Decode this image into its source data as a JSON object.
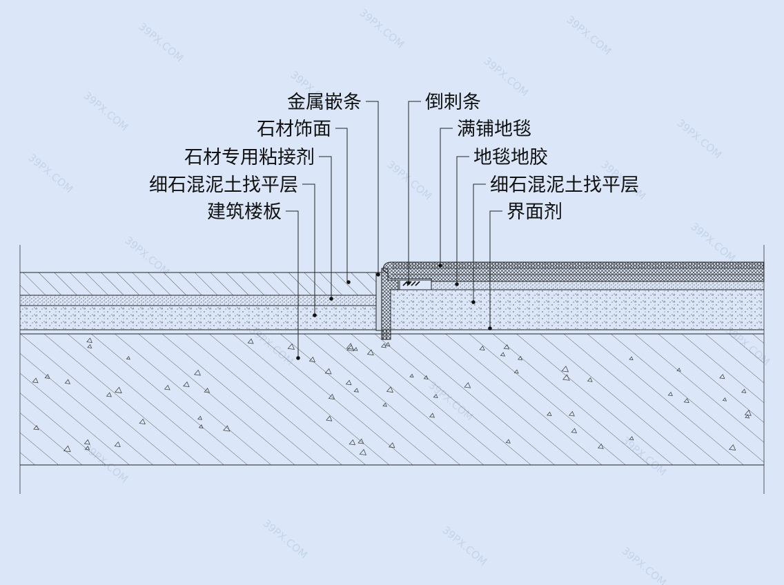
{
  "watermark": "39PX.COM",
  "left_labels": [
    {
      "id": "metal-inlay-strip",
      "text": "金属嵌条"
    },
    {
      "id": "stone-finish",
      "text": "石材饰面"
    },
    {
      "id": "stone-adhesive",
      "text": "石材专用粘接剂"
    },
    {
      "id": "fine-aggregate-screed-left",
      "text": "细石混泥土找平层"
    },
    {
      "id": "floor-slab",
      "text": "建筑楼板"
    }
  ],
  "right_labels": [
    {
      "id": "gripper-strip",
      "text": "倒刺条"
    },
    {
      "id": "wall-to-wall-carpet",
      "text": "满铺地毯"
    },
    {
      "id": "carpet-glue",
      "text": "地毯地胶"
    },
    {
      "id": "fine-aggregate-screed-right",
      "text": "细石混泥土找平层"
    },
    {
      "id": "interface-agent",
      "text": "界面剂"
    }
  ]
}
